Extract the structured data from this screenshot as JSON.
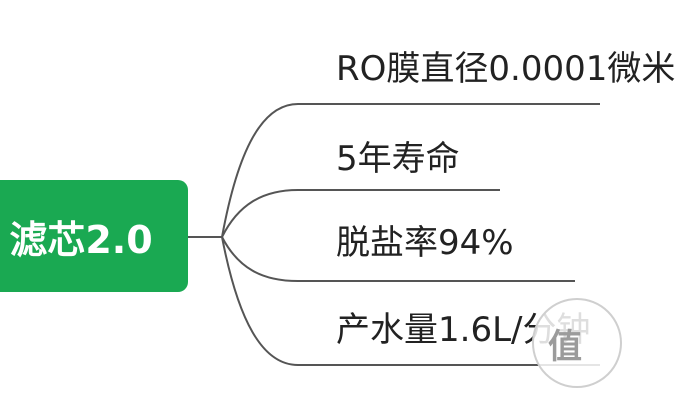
{
  "mindmap": {
    "root": {
      "label": "滤芯2.0",
      "fill_color": "#1aa952",
      "text_color": "#ffffff"
    },
    "branches": [
      {
        "label": "RO膜直径0.0001微米"
      },
      {
        "label": "5年寿命"
      },
      {
        "label": "脱盐率94%"
      },
      {
        "label": "产水量1.6L/分钟"
      }
    ],
    "line_color": "#555555"
  },
  "watermark": {
    "text": "值"
  }
}
